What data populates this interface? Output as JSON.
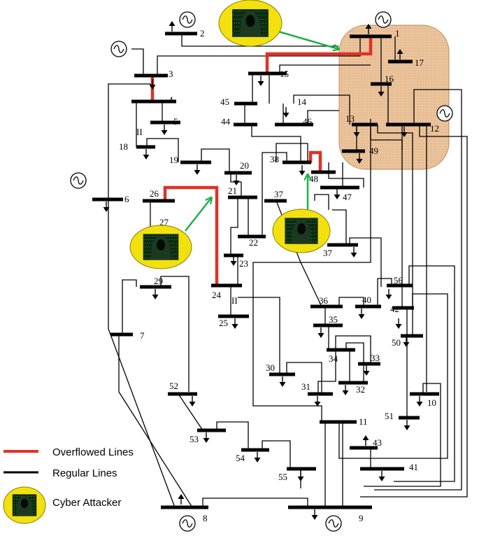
{
  "legend": {
    "overflowed": "Overflowed Lines",
    "regular": "Regular Lines",
    "attacker": "Cyber Attacker"
  },
  "colors": {
    "overflow": "#e03225",
    "regular": "#000000",
    "attack_arrow": "#1fb04a",
    "attacker_badge": "#f2e10f",
    "target_region": "#e8b98a"
  },
  "bus_labels": [
    "1",
    "2",
    "3",
    "4",
    "5",
    "6",
    "7",
    "8",
    "9",
    "10",
    "11",
    "12",
    "13",
    "14",
    "15",
    "16",
    "17",
    "18",
    "19",
    "20",
    "21",
    "22",
    "23",
    "24",
    "25",
    "26",
    "27",
    "29",
    "30",
    "31",
    "32",
    "33",
    "34",
    "35",
    "36",
    "37",
    "37",
    "38",
    "40",
    "41",
    "42",
    "43",
    "44",
    "45",
    "46",
    "47",
    "48",
    "49",
    "50",
    "51",
    "52",
    "53",
    "54",
    "55",
    "56"
  ],
  "extra_labels": [
    "II",
    "II"
  ],
  "icons": [
    "generator-icon",
    "load-arrow-icon",
    "source-arrow-icon",
    "hacker-icon"
  ]
}
